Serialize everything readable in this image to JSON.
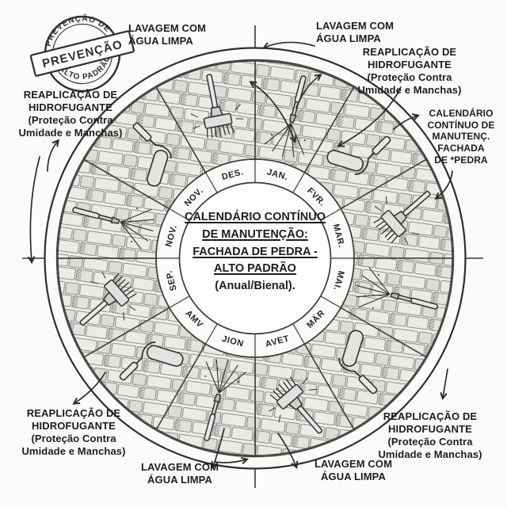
{
  "stamp": {
    "top": "PREVENÇÃO DE",
    "middle": "PREVENÇÃO",
    "bottom": "ALTO PADRÃO"
  },
  "center_title": {
    "line1": "CALENDÁRIO CONTÍNUO",
    "line2": "DE MANUTENÇÃO:",
    "line3": "FACHADA DE PEDRA -",
    "line4": "ALTO PADRÃO",
    "line5": "(Anual/Bienal)."
  },
  "months": [
    "JAN.",
    "FVR.",
    "MAR.",
    "MAI.",
    "MÄR",
    "AVET",
    "JION",
    "AMV",
    "SEP.",
    "NOV.",
    "NOV.",
    "DES."
  ],
  "wheel": {
    "tools": [
      "sprayer",
      "paint-roller",
      "scrub-broom",
      "sprayer",
      "paint-roller",
      "scrub-broom",
      "sprayer",
      "paint-roller",
      "scrub-broom",
      "sprayer",
      "paint-roller",
      "scrub-brush"
    ],
    "ink_color": "#2c2c2c",
    "stone_color": "#eceae7"
  },
  "labels": {
    "wash_top_left": "LAVAGEM COM\nÁGUA LIMPA",
    "wash_top_right": "LAVAGEM COM\nÁGUA LIMPA",
    "reapply_top_right": "REAPLICAÇÃO DE\nHIDROFUGANTE\n(Proteção Contra\nUmidade e Manchas)",
    "calendar_note_right": "CALENDÁRIO\nCONTÍNUO DE\nMANUTENÇ.\nFACHADA\nDE *PEDRA",
    "reapply_left": "REAPLICAÇÃO DE\nHIDROFUGANTE\n(Proteção Contra\nUmidade e Manchas)",
    "reapply_bottom_left": "REAPLICAÇÃO DE\nHIDROFUGANTE\n(Proteção Contra\nUmidade e Manchas)",
    "reapply_bottom_right": "REAPLICAÇÃO DE\nHIDROFUGANTE\n(Proteção Contra\nUmidade e Manchas)",
    "wash_bottom_left": "LAVAGEM COM\nÁGUA LIMPA",
    "wash_bottom_right": "LAVAGEM COM\nÁGUA LIMPA"
  }
}
